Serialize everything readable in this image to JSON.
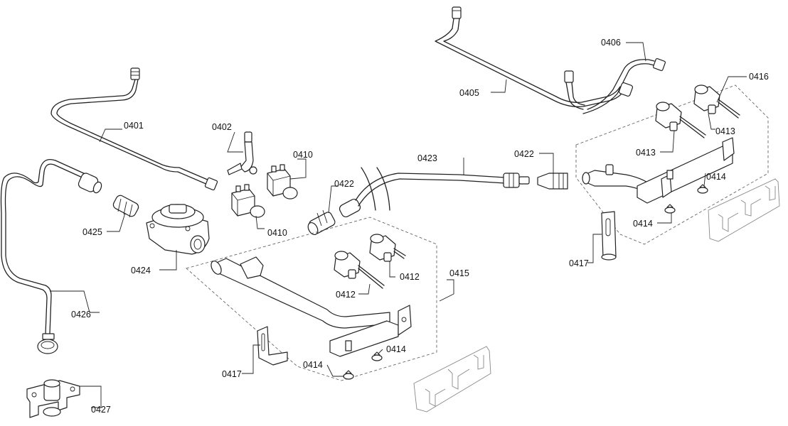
{
  "callouts": [
    {
      "id": "c0401",
      "text": "0401"
    },
    {
      "id": "c0402",
      "text": "0402"
    },
    {
      "id": "c0405",
      "text": "0405"
    },
    {
      "id": "c0406",
      "text": "0406"
    },
    {
      "id": "c0410a",
      "text": "0410"
    },
    {
      "id": "c0410b",
      "text": "0410"
    },
    {
      "id": "c0412a",
      "text": "0412"
    },
    {
      "id": "c0412b",
      "text": "0412"
    },
    {
      "id": "c0413a",
      "text": "0413"
    },
    {
      "id": "c0413b",
      "text": "0413"
    },
    {
      "id": "c0414a",
      "text": "0414"
    },
    {
      "id": "c0414b",
      "text": "0414"
    },
    {
      "id": "c0414c",
      "text": "0414"
    },
    {
      "id": "c0414d",
      "text": "0414"
    },
    {
      "id": "c0415",
      "text": "0415"
    },
    {
      "id": "c0416",
      "text": "0416"
    },
    {
      "id": "c0417a",
      "text": "0417"
    },
    {
      "id": "c0417b",
      "text": "0417"
    },
    {
      "id": "c0422a",
      "text": "0422"
    },
    {
      "id": "c0422b",
      "text": "0422"
    },
    {
      "id": "c0423",
      "text": "0423"
    },
    {
      "id": "c0424",
      "text": "0424"
    },
    {
      "id": "c0425",
      "text": "0425"
    },
    {
      "id": "c0426",
      "text": "0426"
    },
    {
      "id": "c0427",
      "text": "0427"
    }
  ]
}
